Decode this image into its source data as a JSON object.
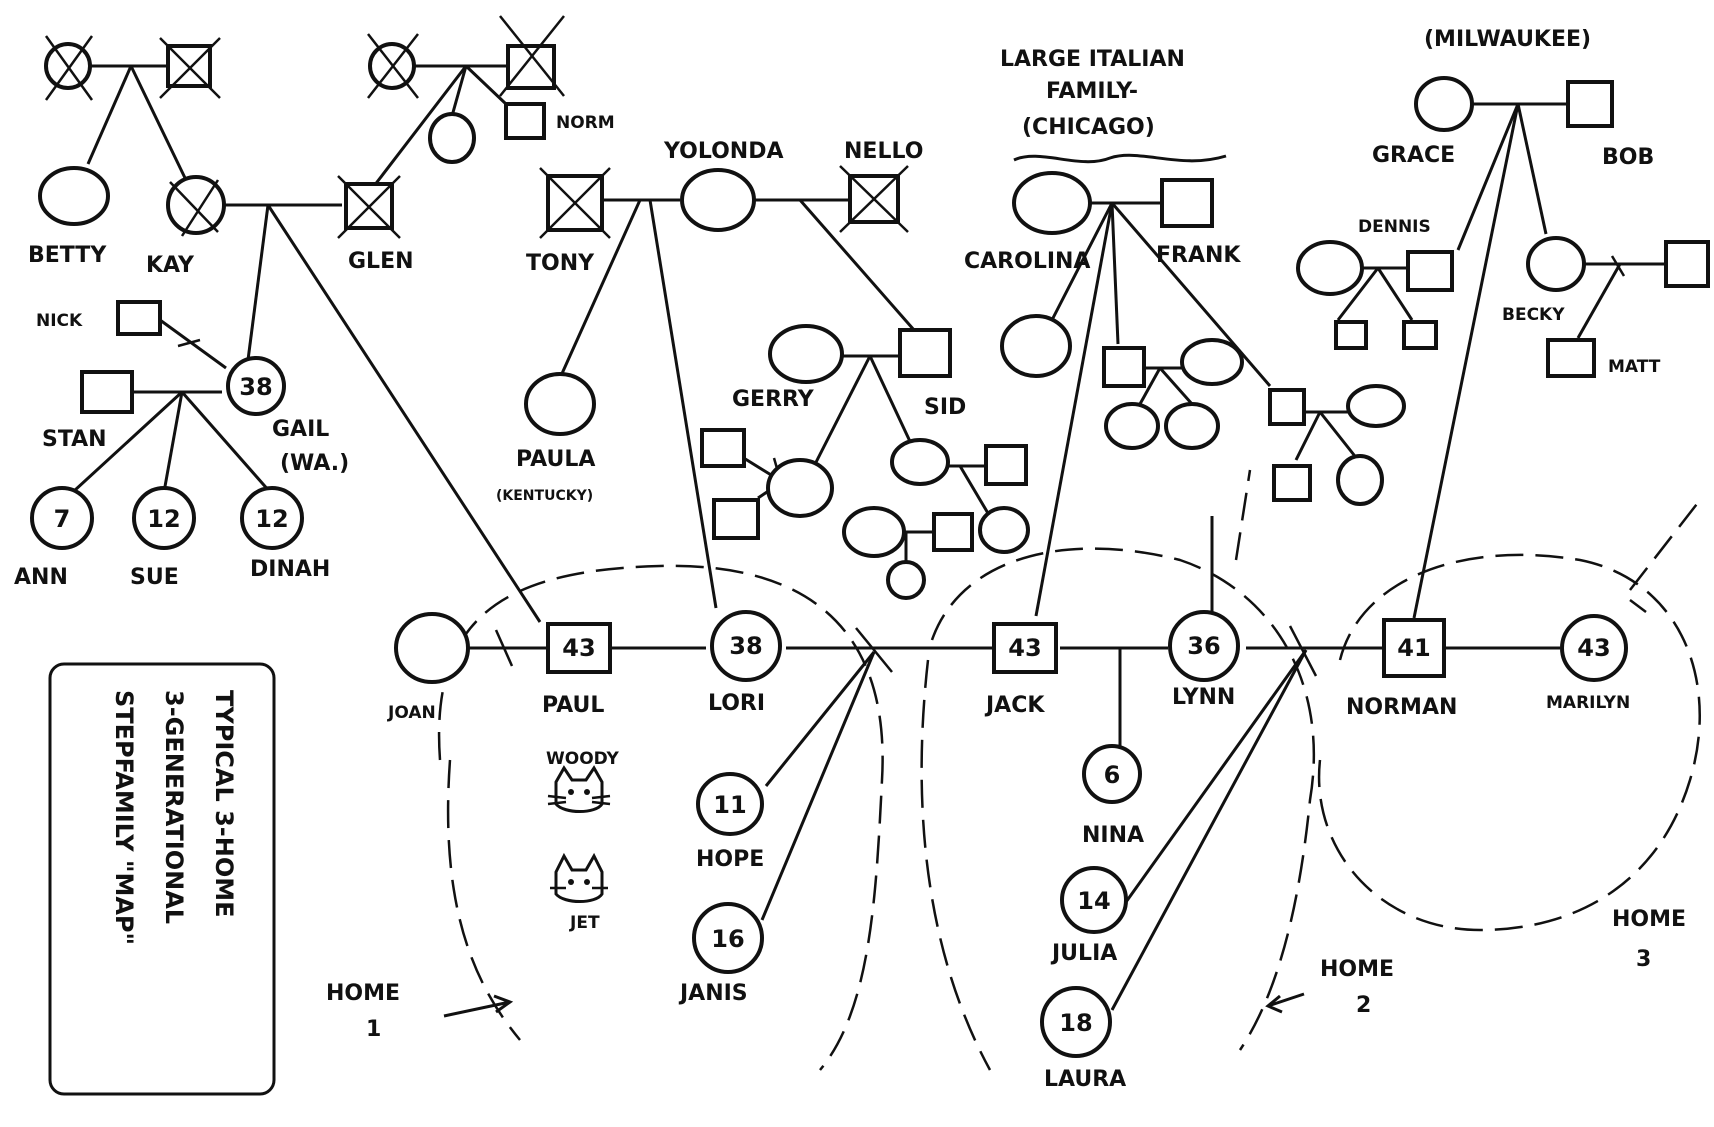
{
  "title": {
    "line1": "TYPICAL 3-HOME",
    "line2": "3-GENERATIONAL",
    "line3": "STEPFAMILY \"MAP\""
  },
  "annotations": {
    "large_italian_family_line1": "LARGE ITALIAN",
    "large_italian_family_line2": "FAMILY-",
    "chicago": "(CHICAGO)",
    "milwaukee": "(MILWAUKEE)",
    "gail_location": "(WA.)",
    "paula_location": "(KENTUCKY)"
  },
  "homes": [
    {
      "label": "HOME",
      "number": "1"
    },
    {
      "label": "HOME",
      "number": "2"
    },
    {
      "label": "HOME",
      "number": "3"
    }
  ],
  "people": {
    "betty": "BETTY",
    "kay": "KAY",
    "glen": "GLEN",
    "norm": "NORM",
    "tony": "TONY",
    "yolonda": "YOLONDA",
    "nello": "NELLO",
    "carolina": "CAROLINA",
    "frank": "FRANK",
    "grace": "GRACE",
    "bob": "BOB",
    "dennis": "DENNIS",
    "becky": "BECKY",
    "matt": "MATT",
    "nick": "NICK",
    "stan": "STAN",
    "gail": "GAIL",
    "ann": "ANN",
    "sue": "SUE",
    "dinah": "DINAH",
    "paula": "PAULA",
    "gerry": "GERRY",
    "sid": "SID",
    "joan": "JOAN",
    "paul": "PAUL",
    "lori": "LORI",
    "jack": "JACK",
    "lynn": "LYNN",
    "norman": "NORMAN",
    "marilyn": "MARILYN",
    "nina": "NINA",
    "hope": "HOPE",
    "janis": "JANIS",
    "julia": "JULIA",
    "laura": "LAURA",
    "woody": "WOODY",
    "jet": "JET"
  },
  "ages": {
    "gail": "38",
    "ann": "7",
    "sue": "12",
    "dinah": "12",
    "paul": "43",
    "lori": "38",
    "jack": "43",
    "lynn": "36",
    "norman": "41",
    "marilyn": "43",
    "nina": "6",
    "hope": "11",
    "janis": "16",
    "julia": "14",
    "laura": "18"
  }
}
